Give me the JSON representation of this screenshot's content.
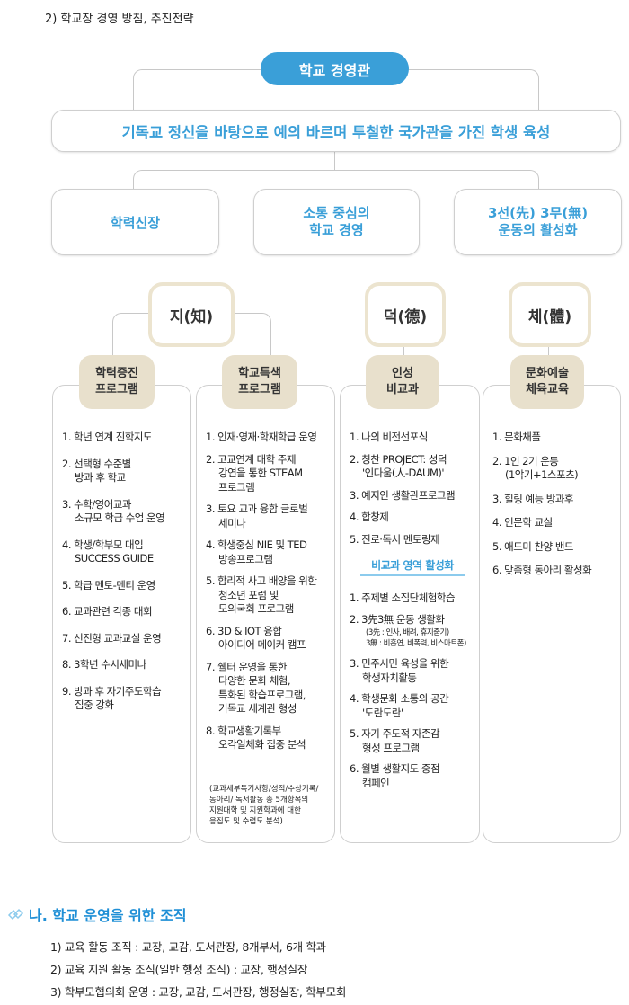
{
  "section_title": "2) 학교장 경영 방침, 추진전략",
  "philosophy": "학교 경영관",
  "mission": "기독교 정신을 바탕으로 예의 바르며 투철한 국가관을 가진 학생 육성",
  "strategies": [
    "학력신장",
    "소통 중심의\n학교 경영",
    "3선(先) 3무(無)\n운동의 활성화"
  ],
  "virtues": [
    "지(知)",
    "덕(德)",
    "체(體)"
  ],
  "columns": [
    {
      "tab": "학력증진\n프로그램",
      "items": [
        "1. 학년 연계 진학지도",
        "2. 선택형 수준별\n방과 후 학교",
        "3. 수학/영어교과\n소규모 학급 수업 운영",
        "4. 학생/학부모 대입\nSUCCESS GUIDE",
        "5. 학급 멘토-멘티 운영",
        "6. 교과관련 각종 대회",
        "7. 선진형 교과교실 운영",
        "8. 3학년 수시세미나",
        "9. 방과 후 자기주도학습\n집중 강화"
      ]
    },
    {
      "tab": "학교특색\n프로그램",
      "items": [
        "1. 인재·영재·학재학급 운영",
        "2. 고교연계 대학 주제\n강연을 통한 STEAM\n프로그램",
        "3. 토요 교과 융합 글로벌\n세미나",
        "4. 학생중심 NIE 및 TED\n방송프로그램",
        "5. 합리적 사고 배양을 위한\n청소년 포럼 및\n모의국회 프로그램",
        "6. 3D & IOT 융합\n아이디어 메이커 캠프",
        "7. 쉘터 운영을 통한\n다양한 문화 체험,\n특화된 학습프로그램,\n기독교 세계관 형성",
        "8. 학교생활기록부\n오각일체화 집중 분석"
      ],
      "note": "(교과세부특기사항/성적/수상기록/\n동아리/ 독서활동 총 5개항목의\n지원대학 및 지원학과에 대한\n응집도 및 수렴도 분석)"
    },
    {
      "tab": "인성\n비교과",
      "items": [
        "1. 나의 비전선포식",
        "2. 칭찬 PROJECT: 성덕\n'인다움(人-DAUM)'",
        "3. 예지인 생활관프로그램",
        "4. 합창제",
        "5. 진로·독서 멘토링제"
      ],
      "subhead": "비교과 영역 활성화",
      "items2": [
        "1. 주제별 소집단체험학습",
        "2. 3先3無 운동 생활화",
        "3. 민주시민 육성을 위한\n학생자치활동",
        "4. 학생문화 소통의 공간\n'도란도란'",
        "5. 자기 주도적 자존감\n형성 프로그램",
        "6. 월별 생활지도 중점\n캠페인"
      ],
      "note": "(3先 : 인사, 배려, 휴지줍기)\n 3無 : 비흡연, 비폭력, 비스마트폰)"
    },
    {
      "tab": "문화예술\n체육교육",
      "items": [
        "1. 문화채플",
        "2. 1인 2기 운동\n(1악기+1스포츠)",
        "3. 힐링 예능 방과후",
        "4. 인문학 교실",
        "5. 애드미 찬양 밴드",
        "6. 맞춤형 동아리 활성화"
      ]
    }
  ],
  "org": {
    "heading": "나. 학교 운영을 위한 조직",
    "icon": "diamond-link-icon",
    "lines": [
      "1) 교육 활동 조직 : 교장, 교감, 도서관장, 8개부서, 6개 학과",
      "2) 교육 지원 활동 조직(일반 행정 조직)  : 교장, 행정실장",
      "3) 학부모협의회 운영 : 교장, 교감, 도서관장, 행정실장, 학부모회"
    ]
  },
  "colors": {
    "accent": "#3a9fd8",
    "tab": "#e8e0cc",
    "virtue_border": "#ece4cf"
  }
}
